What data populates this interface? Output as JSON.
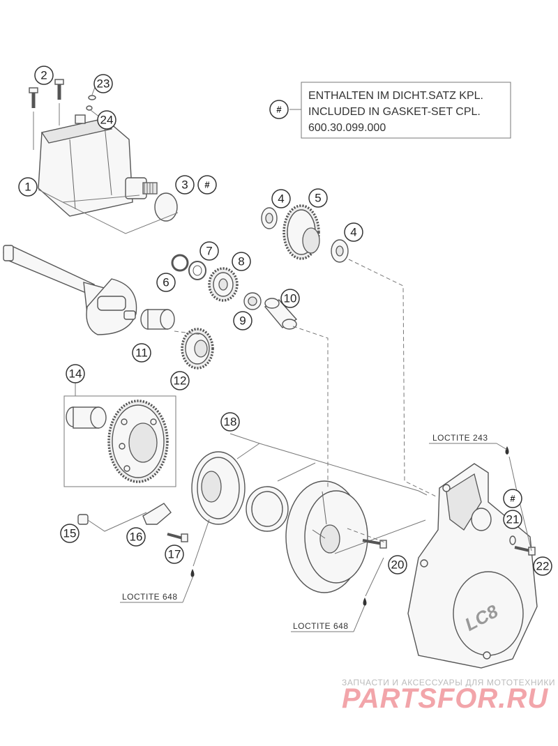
{
  "callouts": {
    "c1": "1",
    "c2": "2",
    "c3": "3",
    "c4a": "4",
    "c4b": "4",
    "c5": "5",
    "c6": "6",
    "c7": "7",
    "c8": "8",
    "c9": "9",
    "c10": "10",
    "c11": "11",
    "c12": "12",
    "c14": "14",
    "c15": "15",
    "c16": "16",
    "c17": "17",
    "c18": "18",
    "c20": "20",
    "c21": "21",
    "c22": "22",
    "c23": "23",
    "c24": "24"
  },
  "hash_marker": "#",
  "note": {
    "line1": "ENTHALTEN IM DICHT.SATZ KPL.",
    "line2": "INCLUDED IN GASKET-SET CPL.",
    "line3": "600.30.099.000"
  },
  "loctite": {
    "l243": "LOCTITE 243",
    "l648a": "LOCTITE 648",
    "l648b": "LOCTITE 648"
  },
  "cover_logo": "LC8",
  "watermark": {
    "subtitle": "ЗАПЧАСТИ И АКСЕССУАРЫ ДЛЯ МОТОТЕХНИКИ",
    "brand": "PARTSFOR.RU"
  },
  "colors": {
    "watermark": "#f2a5aa",
    "line": "#555555"
  }
}
